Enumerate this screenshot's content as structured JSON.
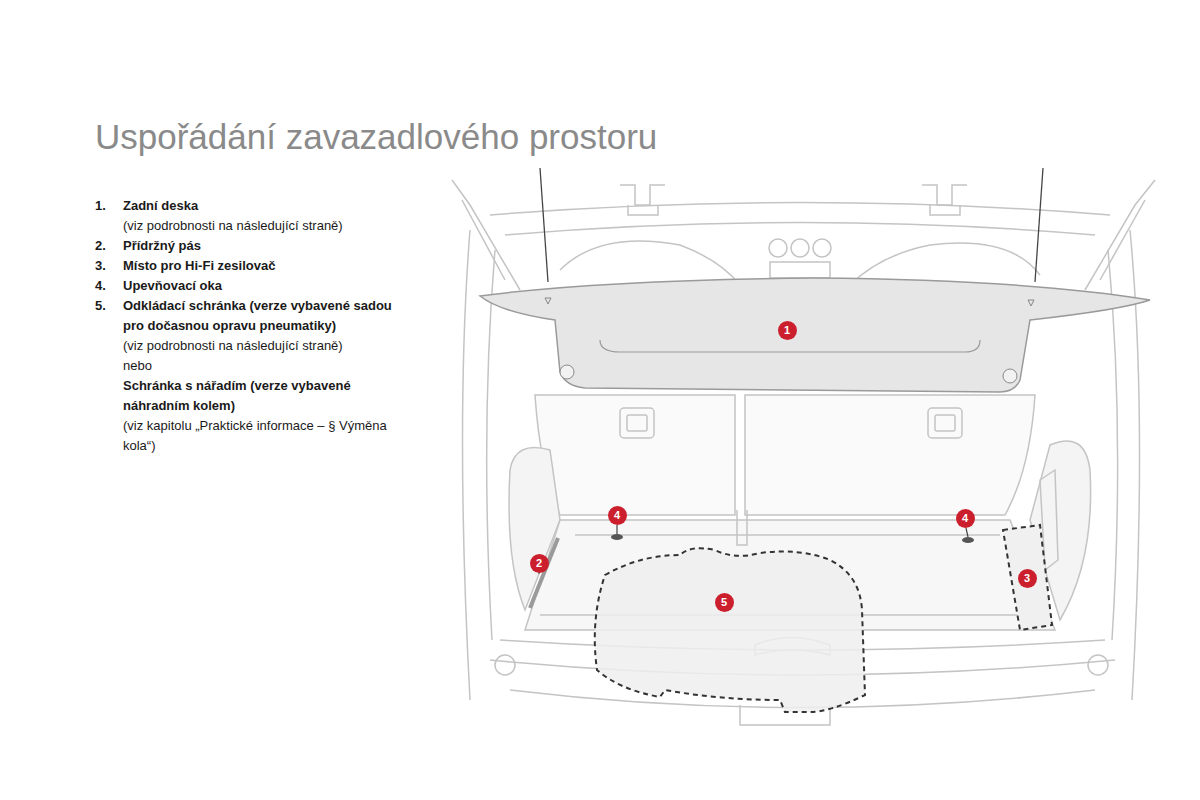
{
  "diagram": {
    "title": "Uspořádání zavazadlového prostoru",
    "labels": [
      "1.",
      "Zadní deska",
      "(viz podrobnosti na následující straně)",
      "2.",
      "Přídržný pás",
      "3.",
      "Místo pro Hi-Fi zesilovač",
      "4.",
      "Upevňovací oka",
      "5.",
      "Odkládací schránka (verze vybavené sadou pro dočasnou opravu pneumatiky)",
      "(viz podrobnosti na následující straně)",
      "nebo",
      "Schránka s nářadím (verze vybavené náhradním kolem)",
      "(viz kapitolu „Praktické informace – § Výměna kola“)",
      "1",
      "2",
      "3",
      "4",
      "4",
      "5"
    ]
  }
}
